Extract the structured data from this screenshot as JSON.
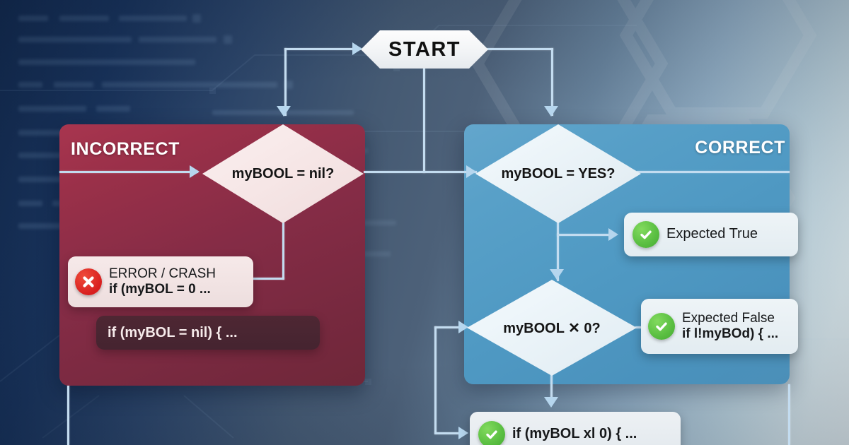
{
  "background": {
    "gradient_from": "#12294d",
    "gradient_to": "#e6f0f2",
    "style_note": "blurred-code-and-circuit-texture"
  },
  "flowchart": {
    "start_node": {
      "label": "START"
    },
    "incorrect_panel": {
      "title": "INCORRECT",
      "color": "#85 2c46",
      "decision": {
        "label": "myBOOL = nil?"
      },
      "error_card": {
        "icon": "error-x-icon",
        "line1": "ERROR / CRASH",
        "line2": "if (myBOL = 0 ..."
      },
      "code_card": {
        "text": "if (myBOL = nil) { ..."
      }
    },
    "correct_panel": {
      "title": "CORRECT",
      "color": "#4f99c3",
      "decision_yes": {
        "label": "myBOOL = YES?"
      },
      "decision_zero": {
        "label": "myBOOL ✕ 0?"
      },
      "expected_true_card": {
        "icon": "check-circle-icon",
        "line1": "Expected True"
      },
      "expected_false_card": {
        "icon": "check-circle-icon",
        "line1": "Expected False",
        "line2": "if l!myBOd) { ..."
      }
    },
    "bottom_card": {
      "icon": "check-circle-icon",
      "line1": "if (myBOL xl 0) { ..."
    }
  },
  "colors": {
    "wire": "#c3dcf0",
    "arrow": "#b6d6ee",
    "error_red": "#d81f1f",
    "success_green": "#5cc043",
    "panel_incorrect": "#85 2c46",
    "panel_correct": "#4f99c3"
  }
}
